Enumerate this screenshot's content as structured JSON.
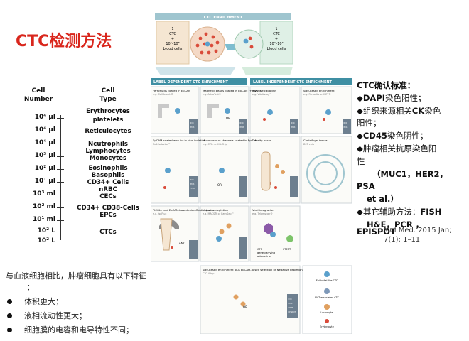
{
  "slide": {
    "title": "CTC检测方法"
  },
  "cell_table": {
    "header_left": [
      "Cell",
      "Number"
    ],
    "header_right": [
      "Cell",
      "Type"
    ],
    "rows": [
      {
        "number": "10⁴ µl",
        "types": [
          "Erythrocytes",
          "platelets"
        ]
      },
      {
        "number": "10⁴ µl",
        "types": [
          "Reticulocytes"
        ]
      },
      {
        "number": "10⁴ µl",
        "types": [
          "Ncutrophils",
          "Lymphocytes",
          "Monocytes"
        ]
      },
      {
        "number": "10³ µl",
        "types": []
      },
      {
        "number": "10² µl",
        "types": [
          "Eosinophils",
          "Basophils"
        ]
      },
      {
        "number": "10¹ µl",
        "types": [
          "CD34+ Cells",
          "nRBC"
        ]
      },
      {
        "number": "10³ ml",
        "types": [
          "CECs"
        ]
      },
      {
        "number": "10² ml",
        "types": [
          "CD34+ CD38-Cells",
          "EPCs"
        ]
      },
      {
        "number": "10¹ ml",
        "types": []
      },
      {
        "number": "10² L",
        "types": [
          "CTCs"
        ]
      },
      {
        "number": "10² L",
        "types": []
      }
    ]
  },
  "figure": {
    "enrichment_title": "CTC ENRICHMENT",
    "left_box": [
      "1",
      "CTC",
      "+",
      "10⁶–10⁸",
      "blood cells"
    ],
    "right_box": [
      "1",
      "CTC",
      "+",
      "10²–10³",
      "blood cells"
    ],
    "label_dependent": "LABEL-DEPENDENT CTC ENRICHMENT",
    "label_independent": "LABEL-INDEPENDENT CTC ENRICHMENT",
    "panels": [
      {
        "title": "Ferrofluids coated in EpCAM",
        "sub": "e.g. CellSearch®"
      },
      {
        "title": "Magnetic beads coated in EpCAM (+MUC1)",
        "sub": "e.g. AdnaTest®"
      },
      {
        "title": "Invasive capacity",
        "sub": "e.g. Vitatissay™"
      },
      {
        "title": "Size-based enrichment",
        "sub": "e.g. Parsortix or ISET®"
      },
      {
        "title": "EpCAM-coated wire for in vivo isolation",
        "sub": "CellCollector™"
      },
      {
        "title": "Microposts or channels coated in EpCAM",
        "sub": "e.g. CTC- or HB-Chip"
      },
      {
        "title": "Density-based",
        "sub": ""
      },
      {
        "title": "Centrifugal forces",
        "sub": "DEP chip"
      },
      {
        "title": "FICOLL and EpCAM-based microfluidic device",
        "sub": "e.g. IsoFlux"
      },
      {
        "title": "Negative depletion",
        "sub": "e.g. MACS® or EasySep™"
      },
      {
        "title": "Viral integration",
        "sub": "e.g. Telomscan®"
      },
      {
        "title": "Size-based enrichment plus EpCAM-based selection or Negative depletion",
        "sub": "CTC-iChip"
      }
    ],
    "assays": [
      "IDC",
      "PCR",
      "FISH",
      "EPISPOT"
    ],
    "or_label": "OR",
    "and_label": "AND",
    "viral_labels": [
      "GFP",
      "gene-carrying",
      "adenovirus",
      "hTERT"
    ],
    "legend": [
      "Epithelial-like CTC",
      "EMT-associated CTC",
      "Leukocyte",
      "Erythrocyte"
    ]
  },
  "criteria": {
    "heading": "CTC确认标准：",
    "lines": [
      {
        "bullet": "◆",
        "bold": "DAPI",
        "text": "染色阳性；"
      },
      {
        "bullet": "◆",
        "bold": "",
        "text": "组织来源相关"
      },
      {
        "bullet": "",
        "bold": "",
        "text": "阳性；"
      },
      {
        "bullet": "◆",
        "bold": "CD45",
        "text": "染色阴性；"
      },
      {
        "bullet": "◆",
        "bold": "",
        "text": "肿瘤相关抗原染色阳"
      },
      {
        "bullet": "",
        "bold": "",
        "text": "性"
      },
      {
        "bullet": "",
        "bold": "（MUC1，HER2，",
        "text": ""
      },
      {
        "bullet": "",
        "bold": "PSA",
        "text": ""
      },
      {
        "bullet": "",
        "bold": "et al.）",
        "text": ""
      },
      {
        "bullet": "◆",
        "bold": "",
        "text": "其它辅助方法："
      }
    ],
    "ck_bold": "CK",
    "ck_suffix": "染色",
    "fish": "FISH",
    "line_he": "H&E，PCR ，",
    "episp": "EPISPOT"
  },
  "citation": {
    "text": "Mol Med. 2015 Jan; 7(1): 1–11"
  },
  "features": {
    "intro": "与血液细胞相比，肿瘤细胞具有以下特征",
    "colon": "：",
    "items": [
      "体积更大；",
      "液相流动性更大；",
      "细胞膜的电容和电导特性不同；"
    ]
  },
  "colors": {
    "title_red": "#d9261c",
    "teal_header": "#3f8fa3",
    "box_fill": "#f5e6d2",
    "green_box": "#dff0e6"
  }
}
